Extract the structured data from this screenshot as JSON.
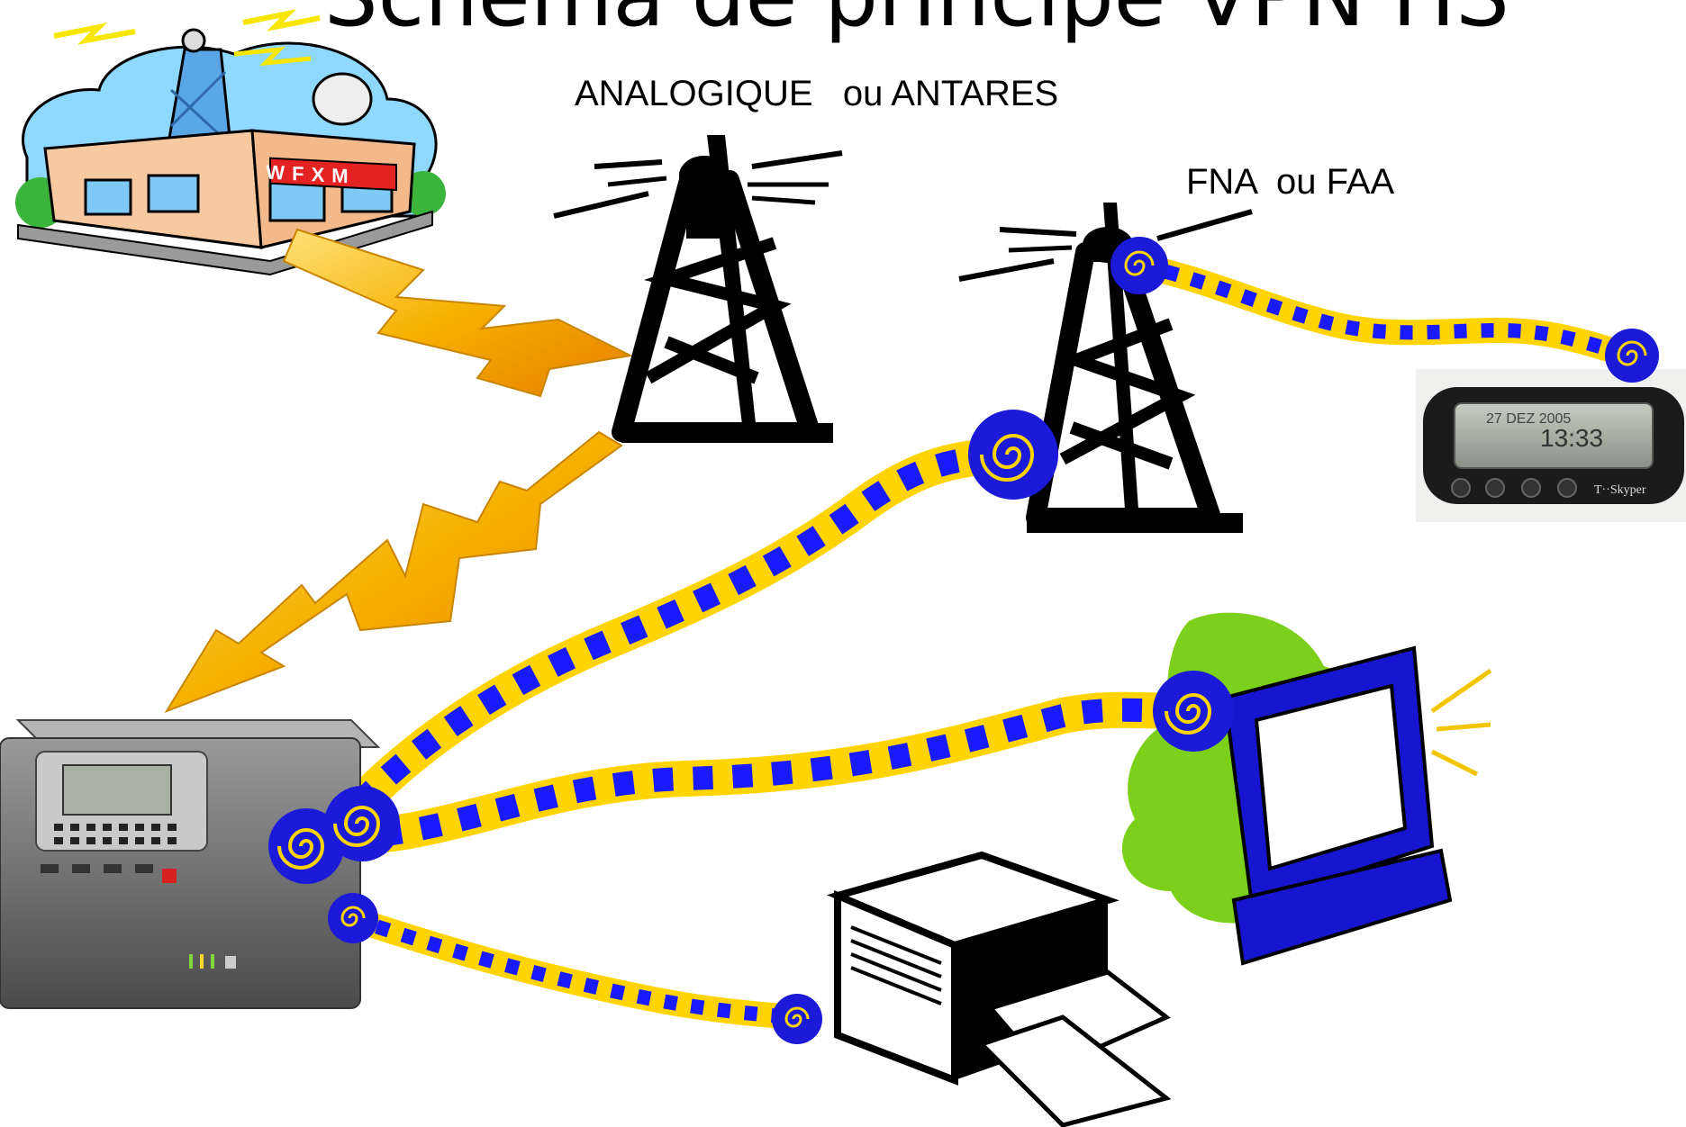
{
  "title": "Schéma de principe VPN HS",
  "labels": {
    "analog": "ANALOGIQUE   ou ANTARES",
    "fna": "FNA  ou FAA"
  },
  "station": {
    "sign": "WFXM"
  },
  "pager": {
    "date": "27 DEZ 2005",
    "time": "13:33",
    "brand": "T··Skyper"
  },
  "colors": {
    "cable": "#ffd400",
    "cable_triangles": "#1a1aff",
    "coil": "#1a1ad8",
    "lightning": "#f6b100",
    "computer": "#1616d0",
    "computer_bg": "#7ccf1a",
    "station_wall": "#f7c9a0",
    "station_sky": "#8fd8ff"
  }
}
